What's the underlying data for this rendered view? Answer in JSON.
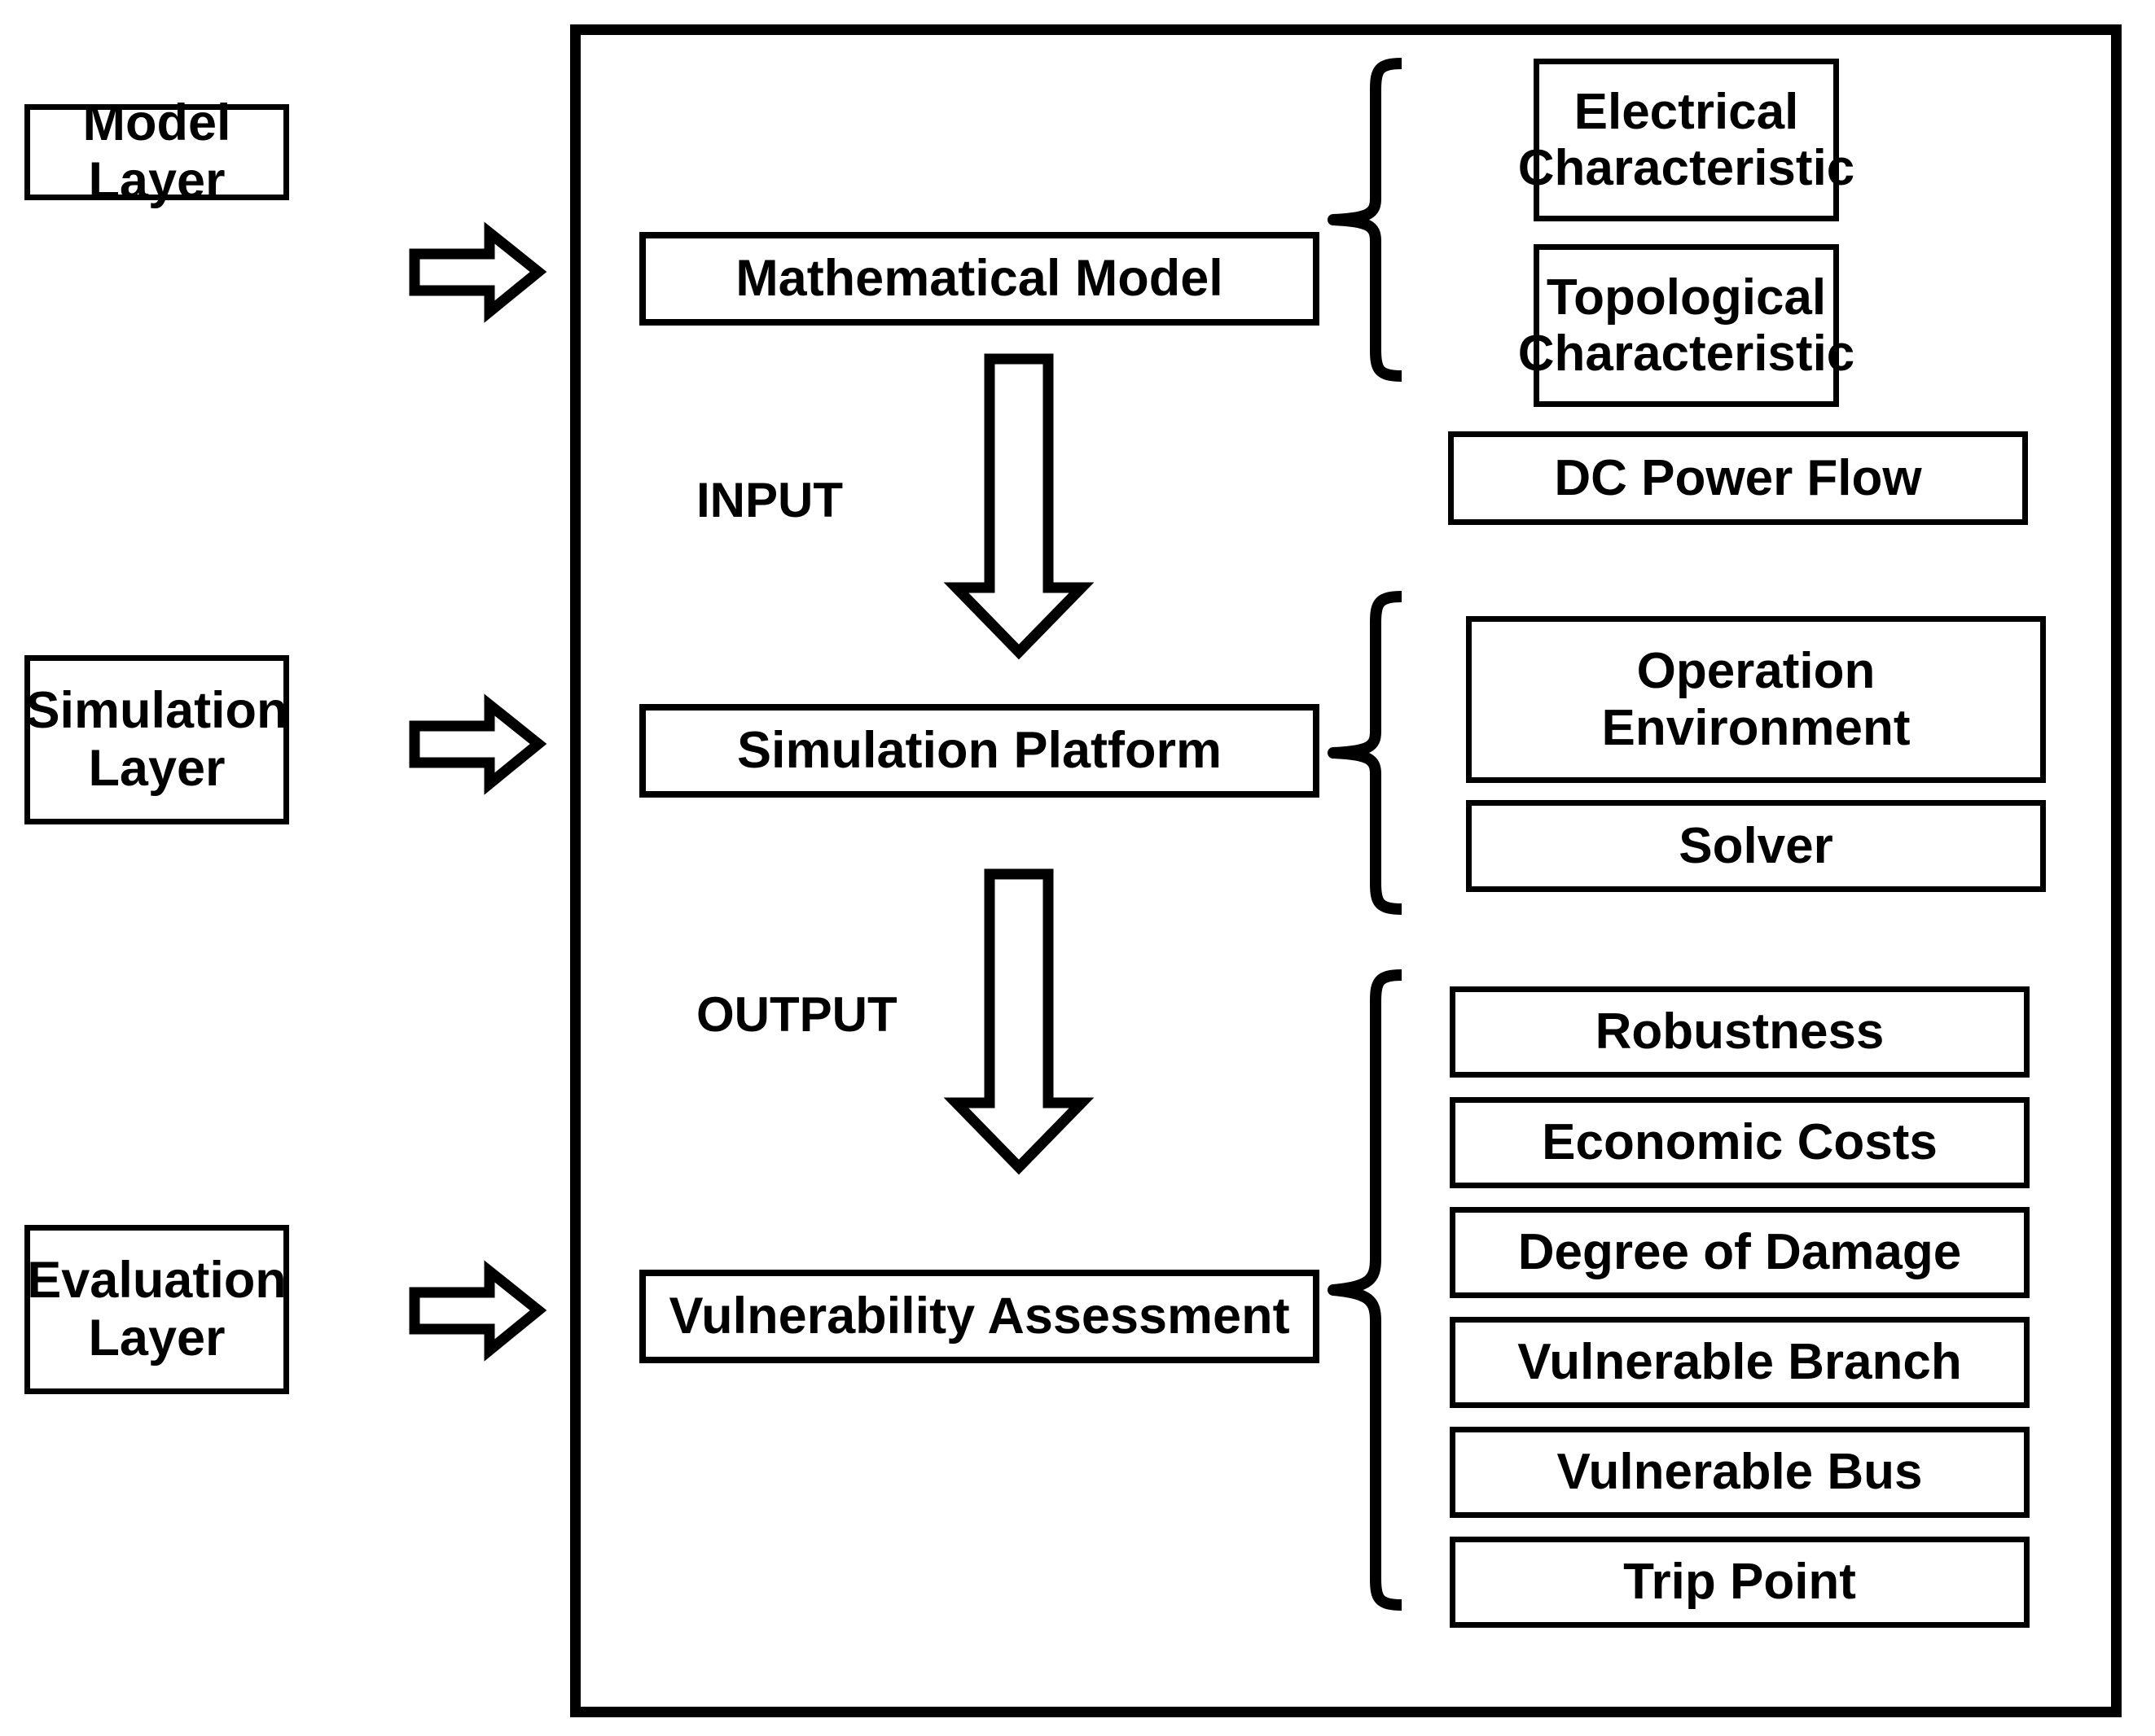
{
  "diagram": {
    "title": "Power grid vulnerability assessment framework",
    "stroke_color": "#000000",
    "background_color": "#ffffff",
    "layers": [
      {
        "id": "model",
        "line1": "Model",
        "line2": "Layer"
      },
      {
        "id": "simulation",
        "line1": "Simulation",
        "line2": "Layer"
      },
      {
        "id": "evaluation",
        "line1": "Evaluation",
        "line2": "Layer"
      }
    ],
    "stages": [
      {
        "id": "mathematical-model",
        "label": "Mathematical Model"
      },
      {
        "id": "simulation-platform",
        "label": "Simulation Platform"
      },
      {
        "id": "vulnerability-assessment",
        "label": "Vulnerability Assessment"
      }
    ],
    "flow_labels": [
      {
        "id": "input",
        "label": "INPUT"
      },
      {
        "id": "output",
        "label": "OUTPUT"
      }
    ],
    "groups": [
      {
        "id": "model-details",
        "items": [
          {
            "id": "electrical-characteristic",
            "line1": "Electrical",
            "line2": "Characteristic"
          },
          {
            "id": "topological-characteristic",
            "line1": "Topological",
            "line2": "Characteristic"
          },
          {
            "id": "dc-power-flow",
            "line1": "DC Power Flow",
            "line2": ""
          }
        ]
      },
      {
        "id": "simulation-details",
        "items": [
          {
            "id": "operation-environment",
            "line1": "Operation",
            "line2": "Environment"
          },
          {
            "id": "solver",
            "line1": "Solver",
            "line2": ""
          }
        ]
      },
      {
        "id": "evaluation-details",
        "items": [
          {
            "id": "robustness",
            "line1": "Robustness",
            "line2": ""
          },
          {
            "id": "economic-costs",
            "line1": "Economic Costs",
            "line2": ""
          },
          {
            "id": "degree-of-damage",
            "line1": "Degree of Damage",
            "line2": ""
          },
          {
            "id": "vulnerable-branch",
            "line1": "Vulnerable Branch",
            "line2": ""
          },
          {
            "id": "vulnerable-bus",
            "line1": "Vulnerable Bus",
            "line2": ""
          },
          {
            "id": "trip-point",
            "line1": "Trip Point",
            "line2": ""
          }
        ]
      }
    ],
    "connectors": {
      "layer_arrows": [
        "model-to-framework",
        "simulation-to-framework",
        "evaluation-to-framework"
      ],
      "flow_arrows": [
        "input-down-arrow",
        "output-down-arrow"
      ],
      "braces": [
        "model-brace",
        "simulation-brace",
        "evaluation-brace"
      ]
    }
  }
}
